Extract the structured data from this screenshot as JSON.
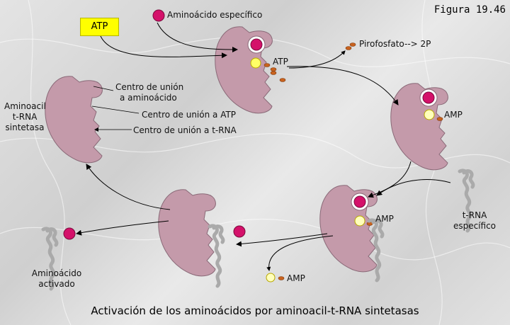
{
  "figure_label": "Figura 19.46",
  "caption": "Activación de los aminoácidos por aminoacil-t-RNA sintetasas",
  "labels": {
    "atp_box": "ATP",
    "specific_amino_acid": "Aminoácido específico",
    "pyrophosphate": "Pirofosfato--> 2P",
    "atp_on_enzyme": "ATP",
    "amp_1": "AMP",
    "amp_2": "AMP",
    "amp_released": "AMP",
    "enzyme_name": [
      "Aminoacil",
      "t-RNA",
      "sintetasa"
    ],
    "site_amino_acid": [
      "Centro de unión",
      "a aminoácido"
    ],
    "site_atp": "Centro de unión a ATP",
    "site_trna": "Centro de unión a t-RNA",
    "specific_trna": [
      "t-RNA",
      "específico"
    ],
    "activated_amino_acid": [
      "Aminoácido",
      "activado"
    ]
  },
  "colors": {
    "enzyme": "#c49aaa",
    "amino_acid": "#d4116a",
    "atp_sphere": "#ffff66",
    "amp_sphere": "#ffffbb",
    "phosphate": "#c8621e",
    "trna": "#aaaaaa",
    "atp_box": "#ffff00"
  }
}
